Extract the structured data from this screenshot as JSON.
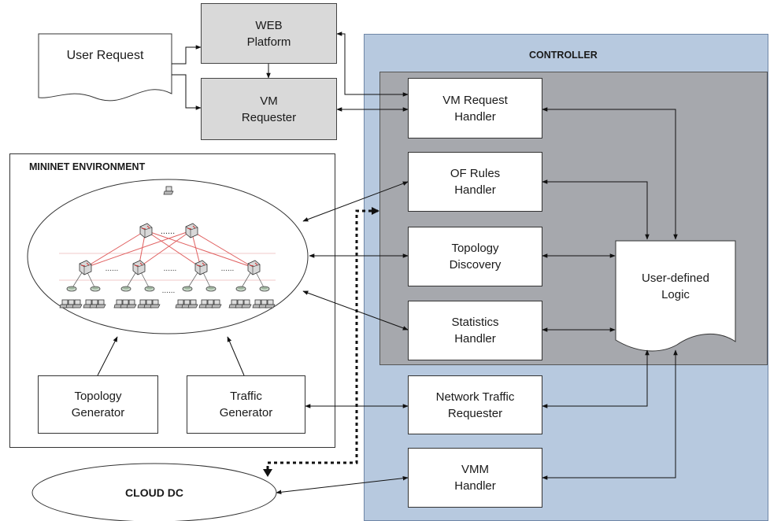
{
  "controller_title": "CONTROLLER",
  "mininet_title": "MININET ENVIRONMENT",
  "user_request": "User Request",
  "web_platform": "WEB\nPlatform",
  "vm_requester": "VM\nRequester",
  "vm_request_handler": "VM Request\nHandler",
  "of_rules_handler": "OF Rules\nHandler",
  "topology_discovery": "Topology\nDiscovery",
  "statistics_handler": "Statistics\nHandler",
  "user_defined_logic": "User-defined\nLogic",
  "network_traffic_requester": "Network Traffic\nRequester",
  "vmm_handler": "VMM\nHandler",
  "topology_generator": "Topology\nGenerator",
  "traffic_generator": "Traffic\nGenerator",
  "cloud_dc": "CLOUD DC",
  "ellipsis": "......",
  "colors": {
    "controller_bg": "#b7c9df",
    "inner_bg": "#a6a8ad",
    "grey_box": "#d9d9d9",
    "link_red": "#e06060"
  }
}
